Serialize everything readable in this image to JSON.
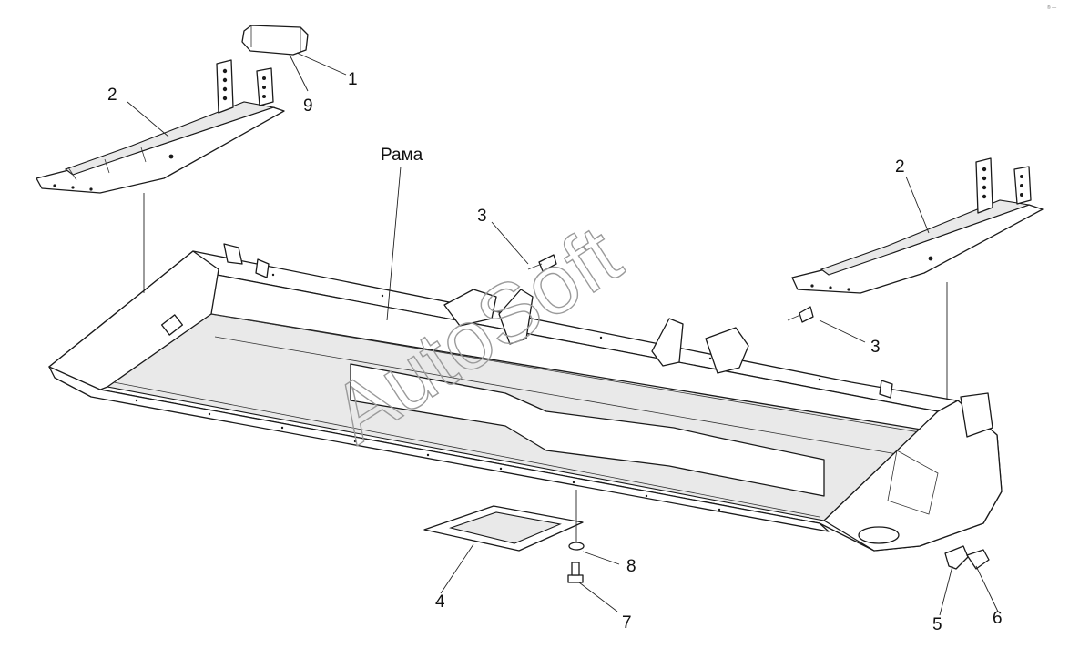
{
  "watermark": "AutoSoft",
  "corner_mark": "® —",
  "labels": {
    "frame": "Рама",
    "c1": "1",
    "c2_left": "2",
    "c2_right": "2",
    "c3_top": "3",
    "c3_right": "3",
    "c4": "4",
    "c5": "5",
    "c6": "6",
    "c7": "7",
    "c8": "8",
    "c9": "9"
  }
}
